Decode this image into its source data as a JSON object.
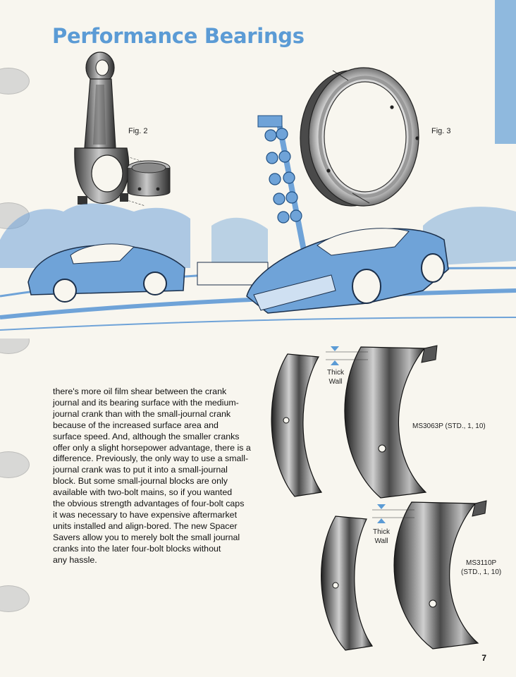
{
  "page": {
    "title": "Performance Bearings",
    "page_number": "7"
  },
  "figures": {
    "fig2_label": "Fig. 2",
    "fig3_label": "Fig. 3"
  },
  "body": {
    "lines": [
      "there's more oil film shear between the crank",
      "journal and its bearing surface with the medium-",
      "journal crank than with the small-journal crank",
      "because of the increased surface area and",
      "surface speed. And, although the smaller cranks",
      "offer only a slight horsepower advantage, there is a",
      "difference. Previously, the only way to use a small-",
      "journal crank was to put it into a small-journal",
      "block. But some small-journal blocks are only",
      "available with two-bolt mains, so if you wanted",
      "the obvious strength advantages of four-bolt caps",
      "it was necessary to have expensive aftermarket",
      "units installed and align-bored. The new Spacer",
      "Savers allow you to merely bolt the small journal",
      "cranks into the later four-bolt blocks without",
      "any hassle."
    ]
  },
  "bearing_upper": {
    "caption_line1": "Thick",
    "caption_line2": "Wall",
    "part_number": "MS3063P (STD., 1, 10)"
  },
  "bearing_lower": {
    "caption_line1": "Thick",
    "caption_line2": "Wall",
    "part_number_line1": "MS3110P",
    "part_number_line2": "(STD., 1, 10)"
  },
  "colors": {
    "title_blue": "#5b9bd5",
    "illustration_blue": "#6fa3d8",
    "tab_blue": "#8fb9de"
  }
}
